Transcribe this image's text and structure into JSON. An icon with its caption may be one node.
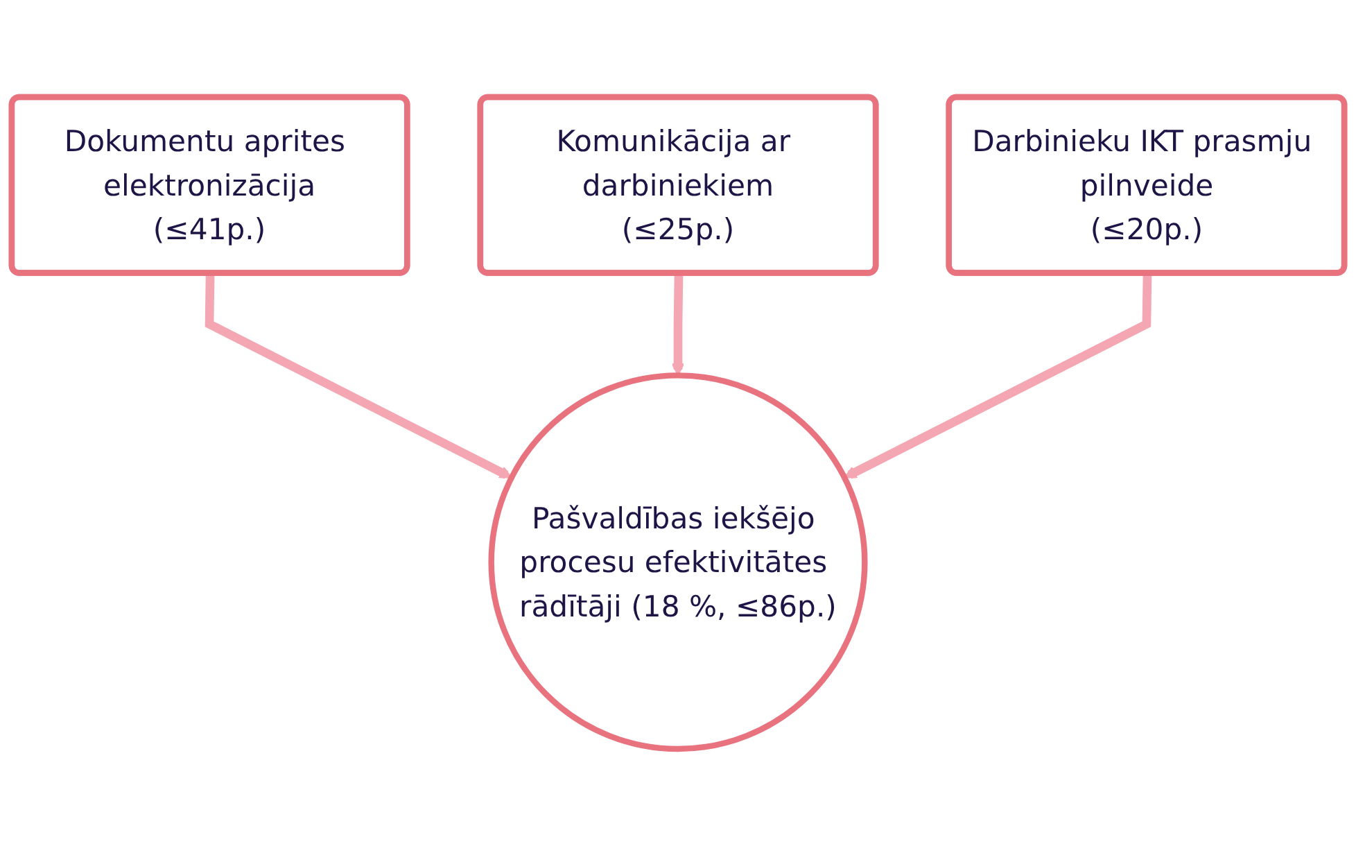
{
  "diagram": {
    "nodes": [
      {
        "text": [
          "Dokumentu aprites elektronizācija",
          "(≤41p.)"
        ]
      },
      {
        "text": [
          "Komunikācija ar darbiniekiem",
          "(≤25p.)"
        ]
      },
      {
        "text": [
          "Darbinieku IKT prasmju pilnveide",
          "(≤20p.)"
        ]
      },
      {
        "text": [
          "Pašvaldības iekšējo procesu efektivitātes rādītāji (18 %, ≤86p.)"
        ]
      }
    ],
    "edges": [
      {
        "from": 0,
        "to": 3,
        "arrow": "to"
      },
      {
        "from": 1,
        "to": 3,
        "arrow": "to"
      },
      {
        "from": 2,
        "to": 3,
        "arrow": "to"
      }
    ]
  }
}
